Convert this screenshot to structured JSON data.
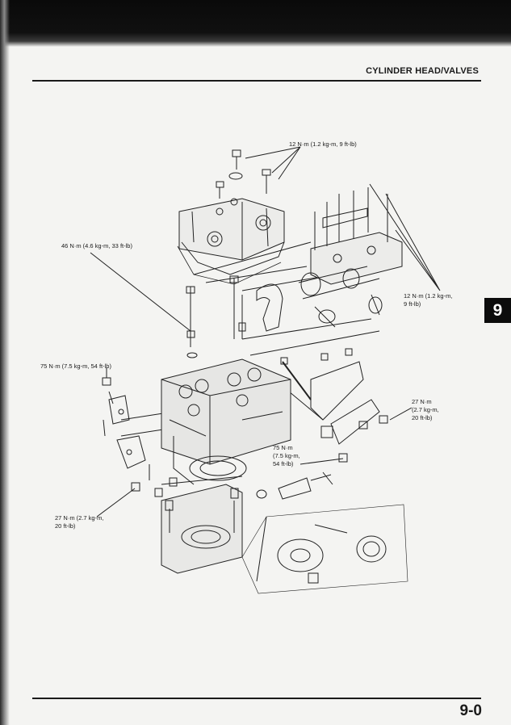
{
  "header": {
    "title": "CYLINDER HEAD/VALVES"
  },
  "chapter_tab": "9",
  "footer": {
    "page_number": "9-0"
  },
  "diagram": {
    "torque_labels": {
      "cover_bolts": "12 N·m (1.2 kg-m, 9 ft-lb)",
      "cover_stud": "46 N·m (4.6 kg-m, 33 ft-lb)",
      "holder_bolts": "12 N·m (1.2 kg-m,\n9 ft-lb)",
      "head_nut_left": "75 N·m (7.5 kg-m, 54 ft-lb)",
      "bracket_right": "27 N·m\n(2.7 kg-m,\n20 ft-lb)",
      "head_nut_center": "75 N·m\n(7.5 kg-m,\n54 ft-lb)",
      "bracket_left": "27 N·m (2.7 kg-m,\n20 ft-lb)"
    }
  }
}
